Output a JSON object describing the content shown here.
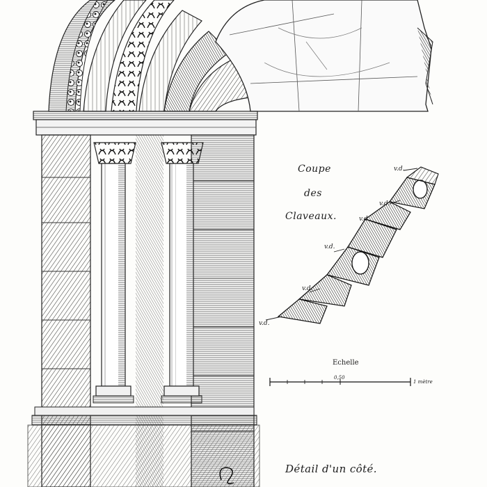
{
  "section_title": {
    "line1": "Coupe",
    "line2": "des",
    "line3": "Claveaux."
  },
  "voussoir_labels": [
    "v.d.",
    "v.d.",
    "v.d.",
    "v.d.",
    "v.d.",
    "v.d."
  ],
  "scale": {
    "title": "Echelle",
    "mid_label": "0,50",
    "end_label": "1 mètre"
  },
  "caption": "Détail d'un côté.",
  "colors": {
    "ink": "#1a1a1a",
    "paper": "#fdfdfb",
    "hatch": "#555555"
  }
}
